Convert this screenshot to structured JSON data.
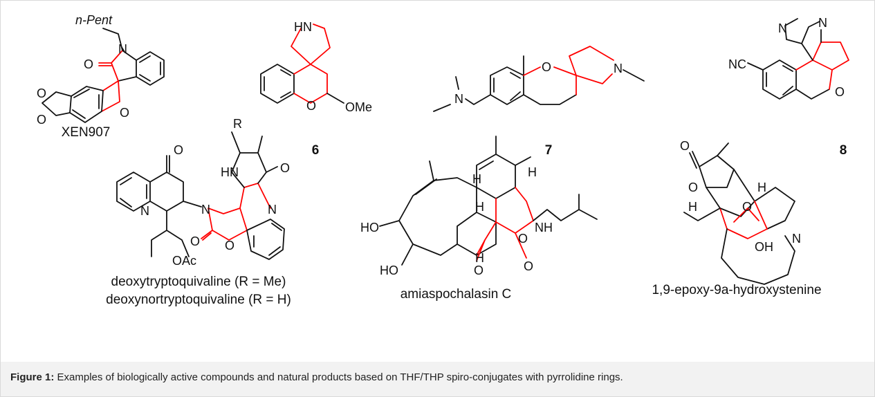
{
  "compounds": [
    {
      "label": "XEN907",
      "bold": false
    },
    {
      "label": "6",
      "bold": true
    },
    {
      "label": "7",
      "bold": true
    },
    {
      "label": "8",
      "bold": true
    },
    {
      "label": "deoxytryptoquivaline (R = Me)",
      "bold": false
    },
    {
      "label": "deoxynortryptoquivaline (R = H)",
      "bold": false
    },
    {
      "label": "amiaspochalasin C",
      "bold": false
    },
    {
      "label": "1,9-epoxy-9a-hydroxystenine",
      "bold": false
    }
  ],
  "atoms": {
    "pent": "n-Pent",
    "N": "N",
    "O": "O",
    "HN": "HN",
    "NH": "NH",
    "OMe": "OMe",
    "NC": "NC",
    "R": "R",
    "OAc": "OAc",
    "H": "H",
    "HO": "HO",
    "OH": "OH"
  },
  "caption": {
    "prefix": "Figure 1:",
    "text": " Examples of biologically active compounds and natural products based on THF/THP spiro-conjugates with pyrrolidine rings."
  },
  "colors": {
    "bond": "#111111",
    "highlight": "#ff0000",
    "caption_bg": "#f2f2f2",
    "border": "#d9d9d9"
  }
}
